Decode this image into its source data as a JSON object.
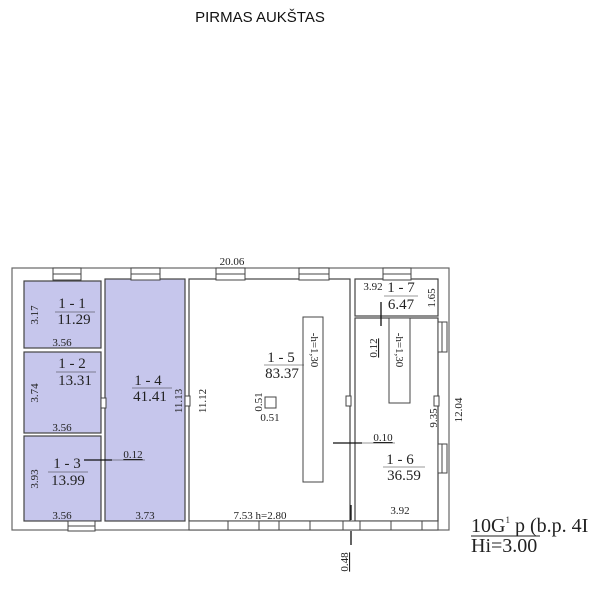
{
  "title": "PIRMAS AUKŠTAS",
  "colors": {
    "room_fill": "#c6c6ec",
    "wall": "#555555"
  },
  "overall": {
    "width": "20.06",
    "height_right": "12.04",
    "wall_0_48": "0.48"
  },
  "rooms": [
    {
      "id": "1 - 1",
      "area": "11.29",
      "w": "3.56",
      "h": "3.17"
    },
    {
      "id": "1 - 2",
      "area": "13.31",
      "w": "3.56",
      "h": "3.74"
    },
    {
      "id": "1 - 3",
      "area": "13.99",
      "w": "3.56",
      "h": "3.93"
    },
    {
      "id": "1 - 4",
      "area": "41.41",
      "w": "3.73",
      "h": "11.13"
    },
    {
      "id": "1 - 5",
      "area": "83.37",
      "w": "7.53 h=2.80",
      "h": "11.12"
    },
    {
      "id": "1 - 6",
      "area": "36.59",
      "w": "3.92",
      "h": "9.35"
    },
    {
      "id": "1 - 7",
      "area": "6.47",
      "w": "3.92",
      "h": "1.65"
    }
  ],
  "walls": {
    "w1": "0.12",
    "w2": "0.10",
    "w3": "0.12"
  },
  "fixtures": {
    "counter_h": "-h=1,30",
    "counter2_h": "-h=1,30",
    "column_w": "0.51",
    "column_h": "0.51"
  },
  "legend": {
    "code": "10G",
    "sup": "1",
    "suffix": " p (b.p. 4I",
    "height": "Hi=3.00"
  }
}
